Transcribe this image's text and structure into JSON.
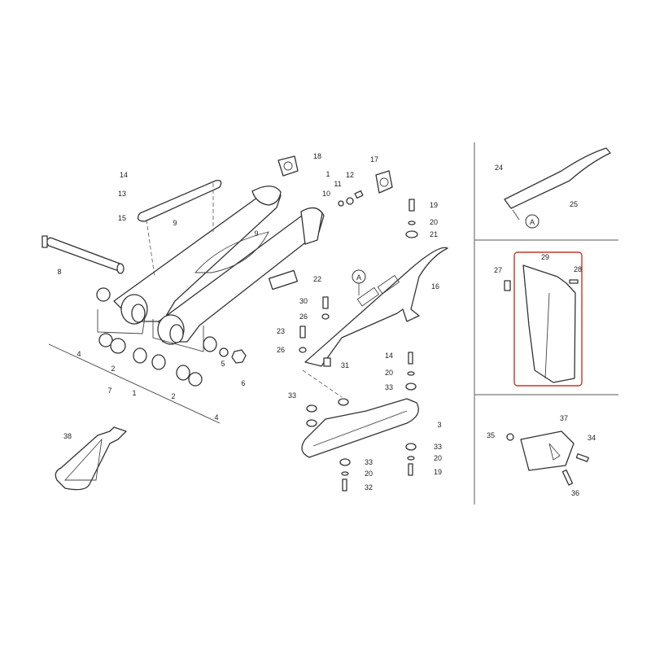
{
  "diagram": {
    "type": "exploded parts diagram",
    "reference_marker": "A",
    "highlight_color": "#c0392b",
    "main_callouts": [
      "14",
      "13",
      "15",
      "9",
      "9",
      "8",
      "18",
      "17",
      "1",
      "12",
      "11",
      "10",
      "19",
      "20",
      "21",
      "22",
      "16",
      "30",
      "26",
      "23",
      "26",
      "31",
      "14",
      "20",
      "33",
      "3",
      "33",
      "33",
      "20",
      "19",
      "33",
      "20",
      "32",
      "4",
      "2",
      "7",
      "1",
      "2",
      "5",
      "6",
      "4",
      "38"
    ],
    "panel_callouts": {
      "chain_slider": [
        "24",
        "25"
      ],
      "mudguard": [
        "29",
        "27",
        "28"
      ],
      "chain_guide": [
        "37",
        "35",
        "34",
        "36"
      ]
    }
  }
}
